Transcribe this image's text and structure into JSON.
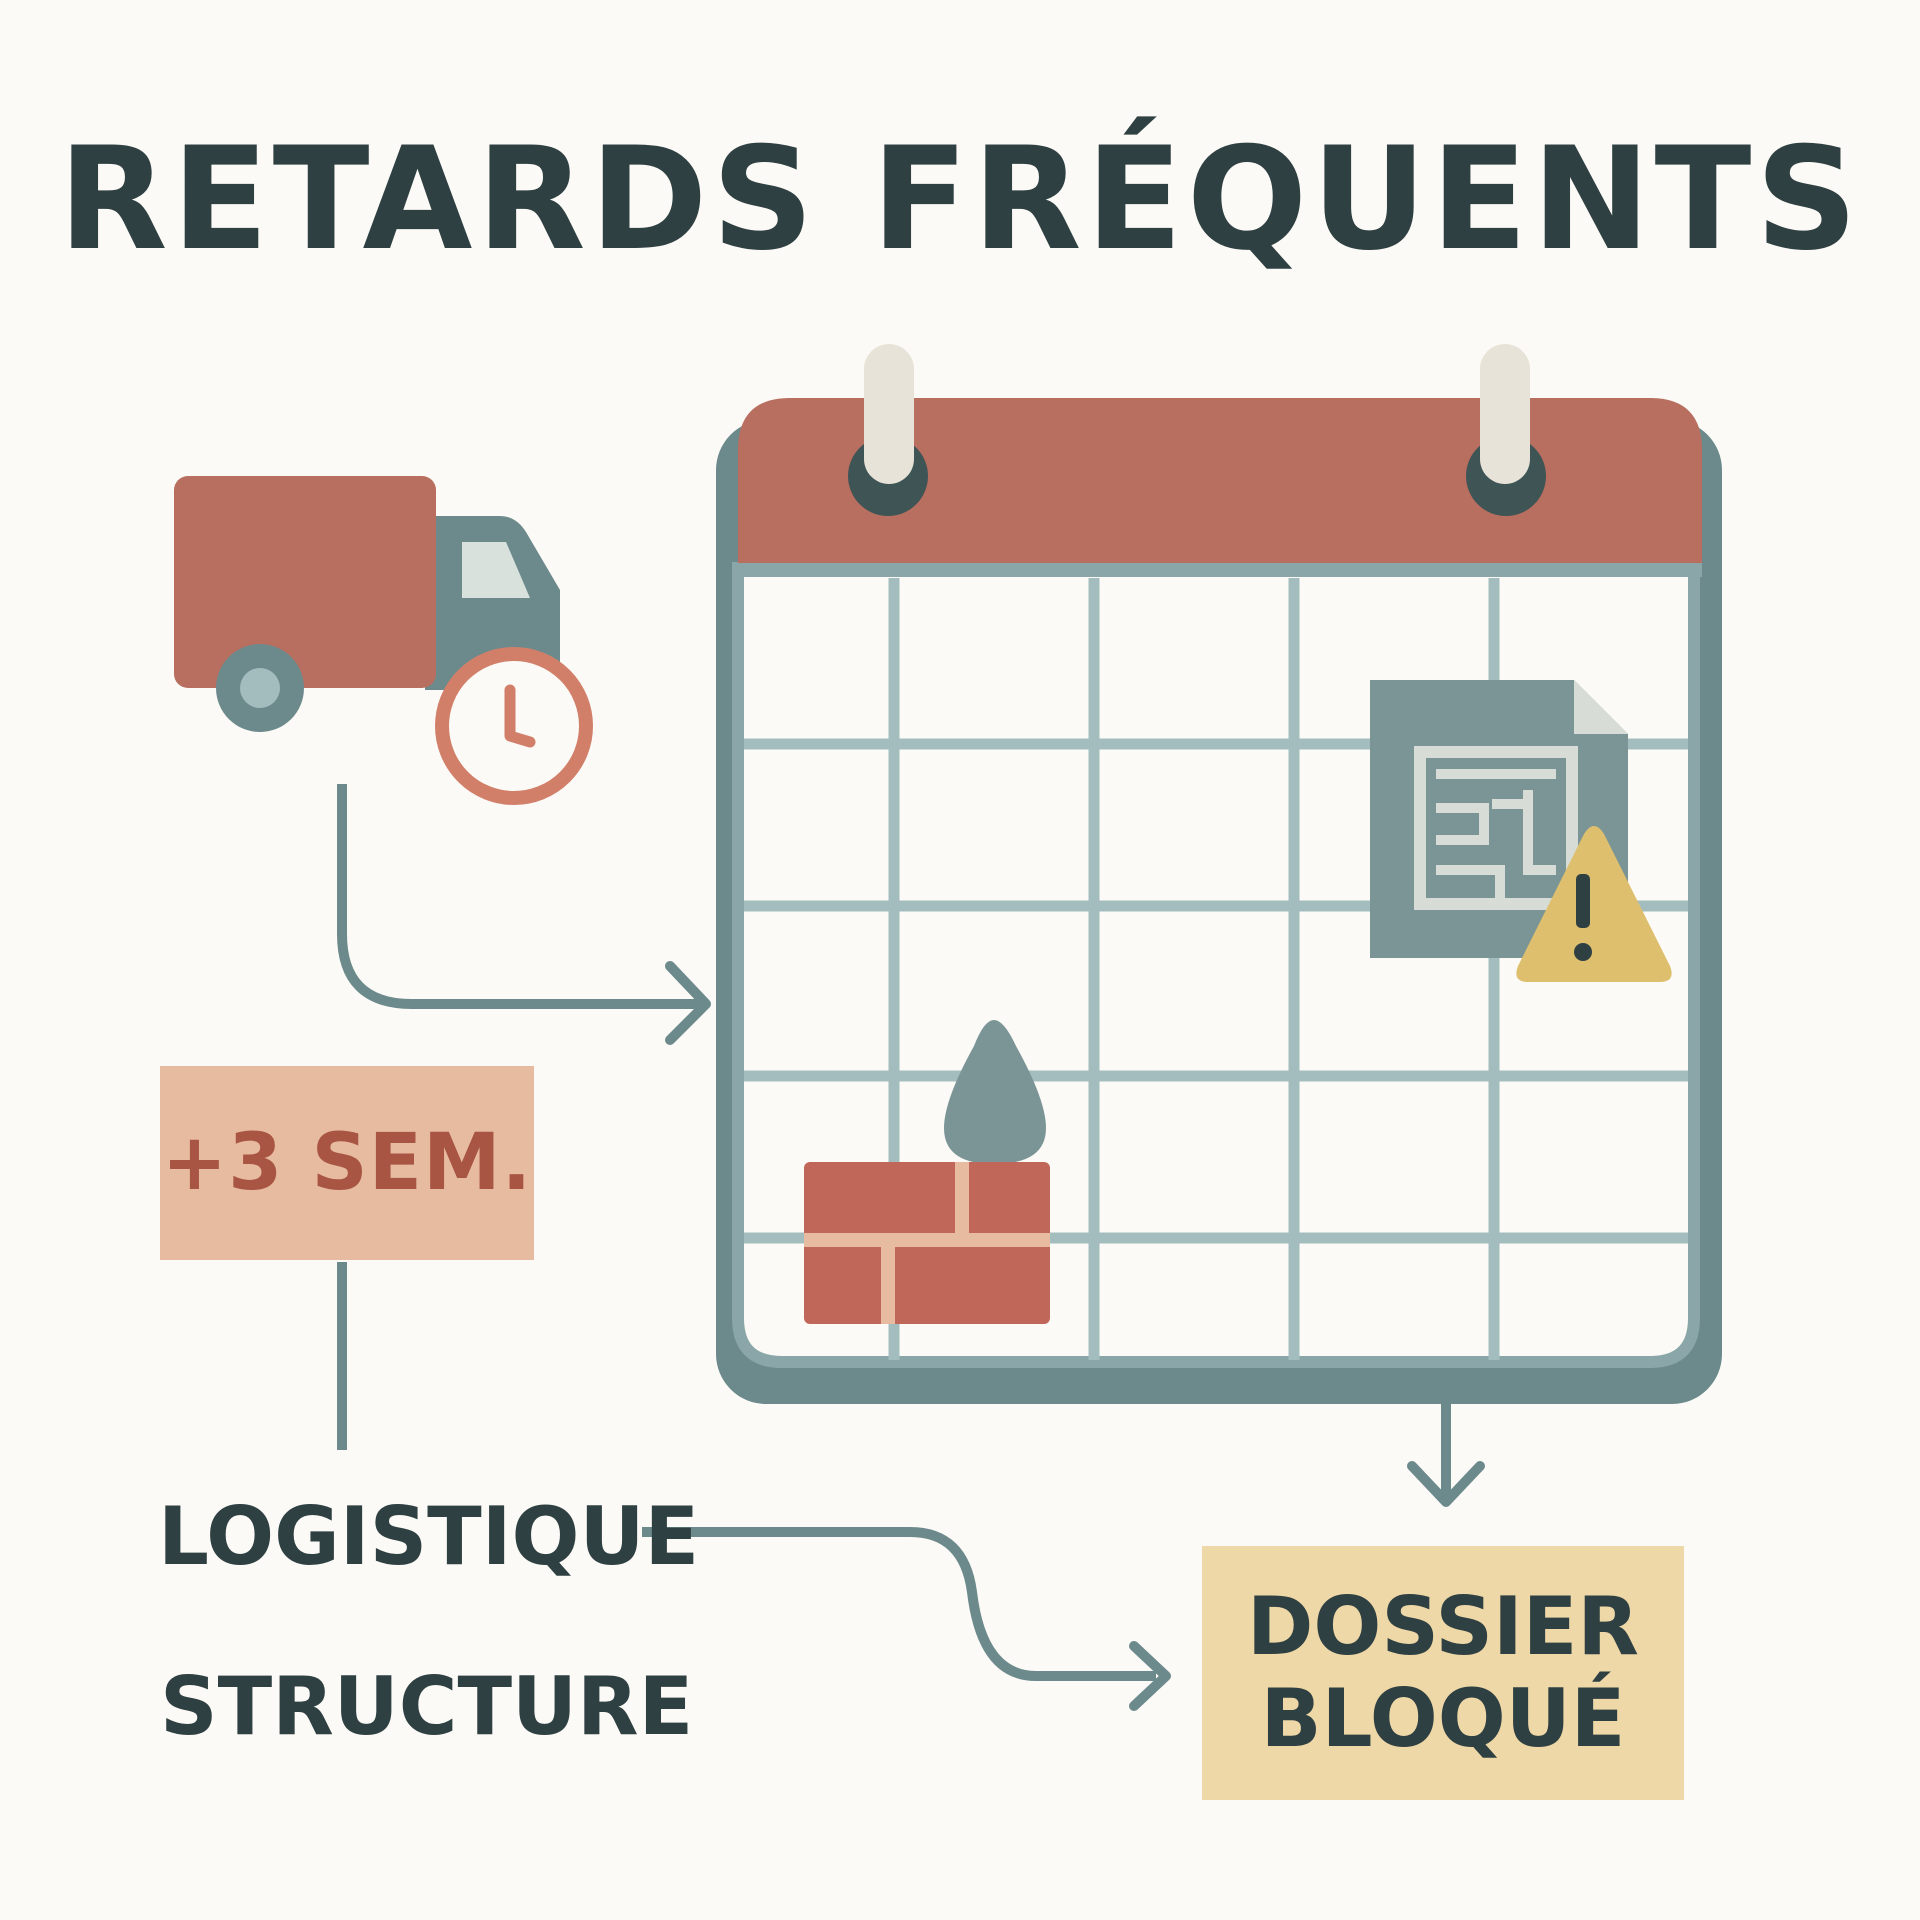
{
  "title": "RETARDS FRÉQUENTS",
  "delay_badge": "+3 SEM.",
  "labels": {
    "logistique": "LOGISTIQUE",
    "structure": "STRUCTURE"
  },
  "blocked": {
    "line1": "DOSSIER",
    "line2": "BLOQUÉ"
  },
  "icons": [
    "delivery-truck-icon",
    "clock-icon",
    "calendar-icon",
    "blueprint-document-icon",
    "warning-triangle-icon",
    "water-drop-icon",
    "brick-block-icon"
  ],
  "colors": {
    "background": "#fcfaf6",
    "terracotta": "#b86f5f",
    "slate": "#6c8a8c",
    "grid": "#a3bdbf",
    "ink": "#2f4042",
    "peach": "#e7bb9f",
    "sand": "#efd8a8",
    "warning": "#ddbf6e"
  }
}
